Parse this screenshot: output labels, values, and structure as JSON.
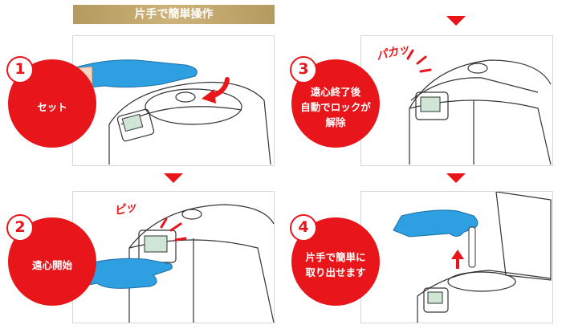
{
  "header": {
    "title": "片手で簡単操作"
  },
  "steps": [
    {
      "number": "1",
      "label": "セット"
    },
    {
      "number": "2",
      "label": "遠心開始"
    },
    {
      "number": "3",
      "label": "遠心終了後\n自動でロックが\n解除"
    },
    {
      "number": "4",
      "label": "片手で簡単に\n取り出せます"
    }
  ],
  "sound_effects": {
    "open": "パカッ",
    "beep": "ピッ"
  },
  "colors": {
    "accent": "#e8161a",
    "banner": "#b59a5e",
    "glove": "#2e9fe0"
  }
}
